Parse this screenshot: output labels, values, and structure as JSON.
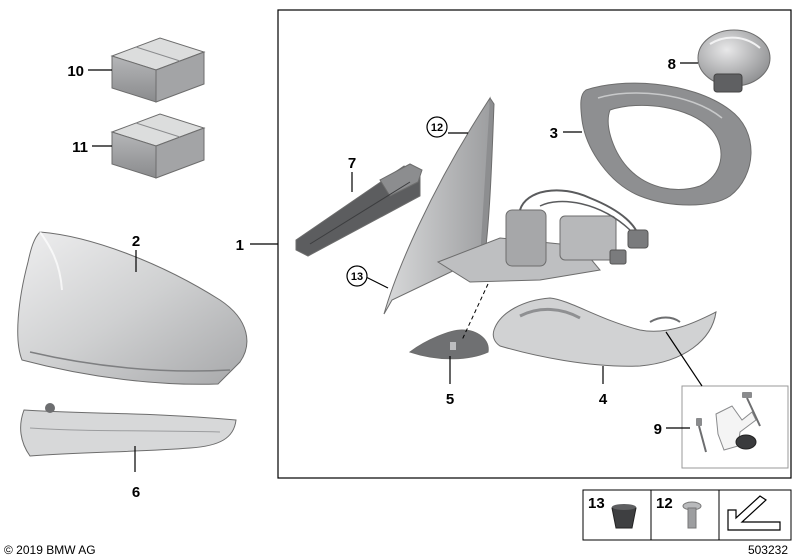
{
  "callouts": {
    "c1": "1",
    "c2": "2",
    "c3": "3",
    "c4": "4",
    "c5": "5",
    "c6": "6",
    "c7": "7",
    "c8": "8",
    "c9": "9",
    "c10": "10",
    "c11": "11",
    "c12": "12",
    "c13": "13"
  },
  "legend": {
    "item13": "13",
    "item12": "12"
  },
  "footer": {
    "copyright": "© 2019 BMW AG",
    "diagram_number": "503232"
  },
  "colors": {
    "part_fill": "#cfd0d1",
    "part_dark": "#8f9092",
    "frame": "#000000"
  }
}
